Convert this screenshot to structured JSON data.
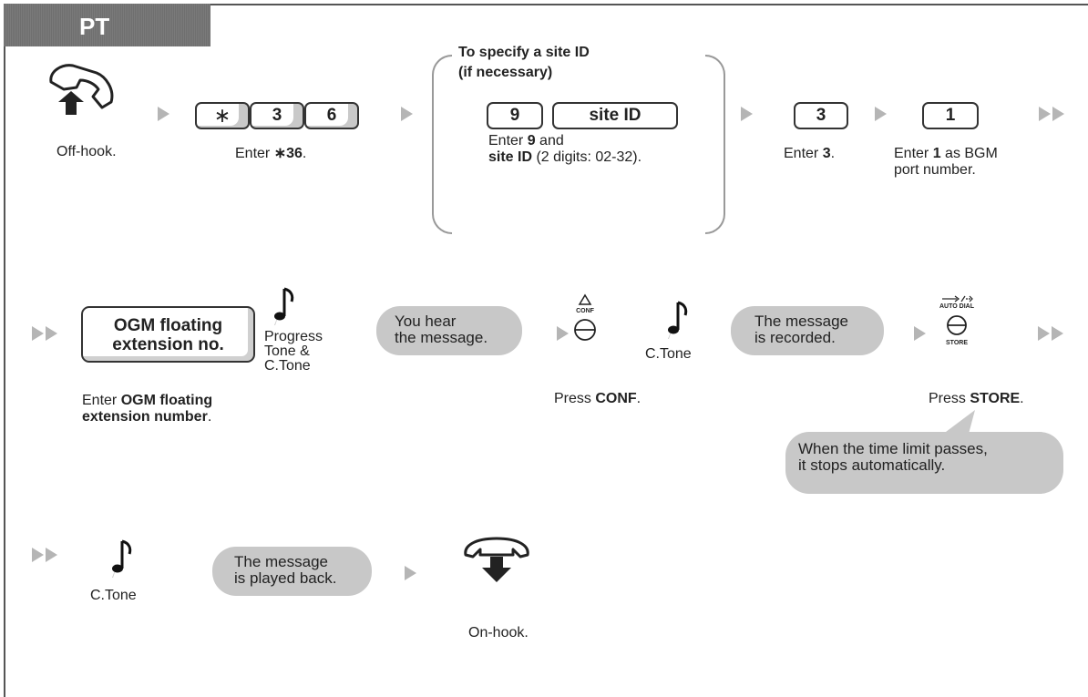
{
  "tab": "PT",
  "row1": {
    "offhook_label": "Off-hook.",
    "keys_star": "∗",
    "keys_3": "3",
    "keys_6": "6",
    "enter36_pre": "Enter ",
    "enter36_bold": "∗36",
    "enter36_post": ".",
    "site_heading1": "To specify a site ID",
    "site_heading2": "(if necessary)",
    "key_9": "9",
    "key_site": "site ID",
    "site_desc1_pre": "Enter ",
    "site_desc1_bold": "9",
    "site_desc1_post": " and",
    "site_desc2_bold": "site ID",
    "site_desc2_post": " (2 digits: 02-32).",
    "key_3b": "3",
    "enter3_pre": "Enter ",
    "enter3_bold": "3",
    "enter3_post": ".",
    "key_1": "1",
    "enter1_pre": "Enter ",
    "enter1_bold": "1",
    "enter1_post": " as BGM",
    "enter1_line2": "port number."
  },
  "row2": {
    "ogm_key_line1": "OGM floating",
    "ogm_key_line2": "extension no.",
    "progress_tone_1": "Progress",
    "progress_tone_2": "Tone &",
    "progress_tone_3": "C.Tone",
    "bubble_hear_1": "You hear",
    "bubble_hear_2": "the message.",
    "conf_label": "CONF",
    "ctone": "C.Tone",
    "bubble_recorded_1": "The message",
    "bubble_recorded_2": "is recorded.",
    "autodial_label": "AUTO DIAL",
    "store_label": "STORE",
    "enter_ogm_pre": "Enter ",
    "enter_ogm_bold1": "OGM floating",
    "enter_ogm_bold2": "extension number",
    "enter_ogm_post": ".",
    "press_conf_pre": "Press ",
    "press_conf_bold": "CONF",
    "press_conf_post": ".",
    "press_store_pre": "Press ",
    "press_store_bold": "STORE",
    "press_store_post": ".",
    "note_1": "When the time limit passes,",
    "note_2": "it stops automatically."
  },
  "row3": {
    "ctone": "C.Tone",
    "bubble_played_1": "The message",
    "bubble_played_2": "is played back.",
    "onhook_label": "On-hook."
  }
}
